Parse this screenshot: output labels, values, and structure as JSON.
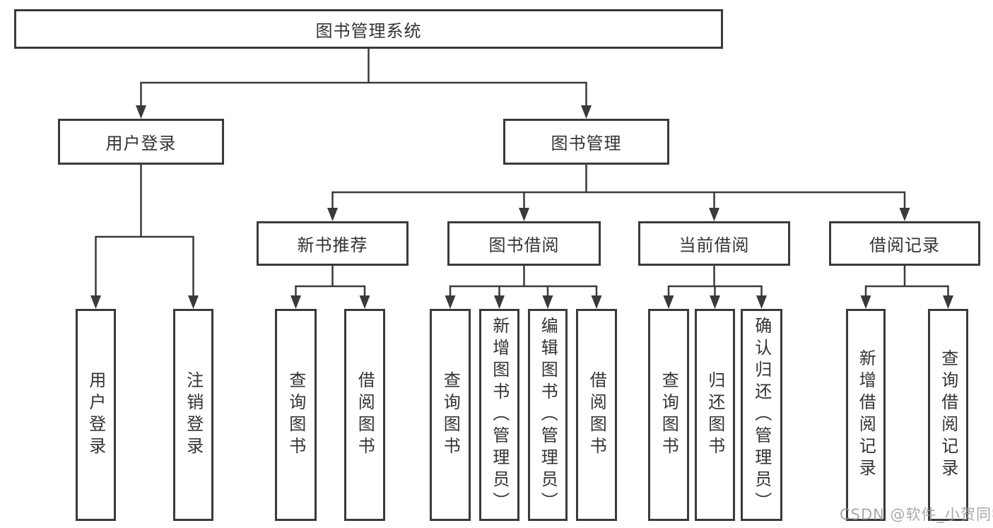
{
  "colors": {
    "line": "#3a3a3a",
    "text": "#333333",
    "watermark": "#9a9a9a",
    "background": "#ffffff"
  },
  "watermark": {
    "text": "CSDN @软件_小贺同学"
  },
  "tree": {
    "label": "图书管理系统",
    "children": [
      {
        "label": "用户登录",
        "children": [
          {
            "label": "用户登录"
          },
          {
            "label": "注销登录"
          }
        ]
      },
      {
        "label": "图书管理",
        "children": [
          {
            "label": "新书推荐",
            "children": [
              {
                "label": "查询图书"
              },
              {
                "label": "借阅图书"
              }
            ]
          },
          {
            "label": "图书借阅",
            "children": [
              {
                "label": "查询图书"
              },
              {
                "label": "新增图书（管理员）"
              },
              {
                "label": "编辑图书（管理员）"
              },
              {
                "label": "借阅图书"
              }
            ]
          },
          {
            "label": "当前借阅",
            "children": [
              {
                "label": "查询图书"
              },
              {
                "label": "归还图书"
              },
              {
                "label": "确认归还（管理员）"
              }
            ]
          },
          {
            "label": "借阅记录",
            "children": [
              {
                "label": "新增借阅记录"
              },
              {
                "label": "查询借阅记录"
              }
            ]
          }
        ]
      }
    ]
  }
}
